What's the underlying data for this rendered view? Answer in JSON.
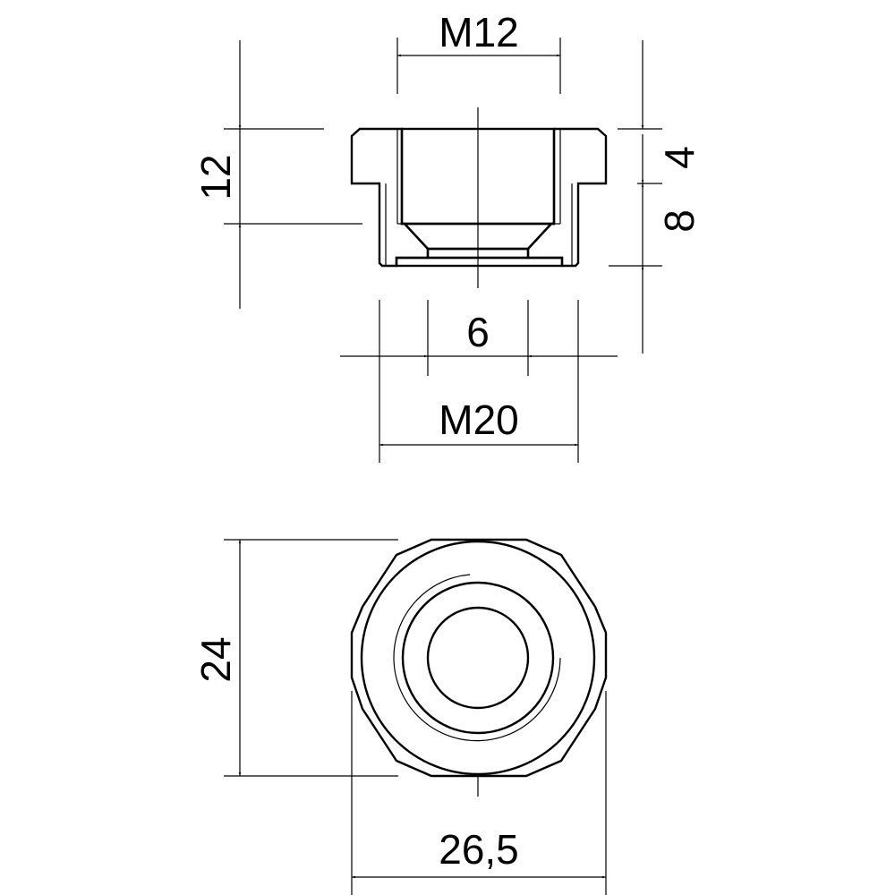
{
  "drawing": {
    "section_view": {
      "dimensions": {
        "top_thread": "M12",
        "height_total": "12",
        "flange_height": "4",
        "body_height": "8",
        "bore_diameter": "6",
        "bottom_thread": "M20"
      }
    },
    "front_view": {
      "dimensions": {
        "across_flats": "24",
        "across_corners": "26,5"
      }
    },
    "colors": {
      "line": "#000000",
      "background": "#ffffff"
    }
  }
}
